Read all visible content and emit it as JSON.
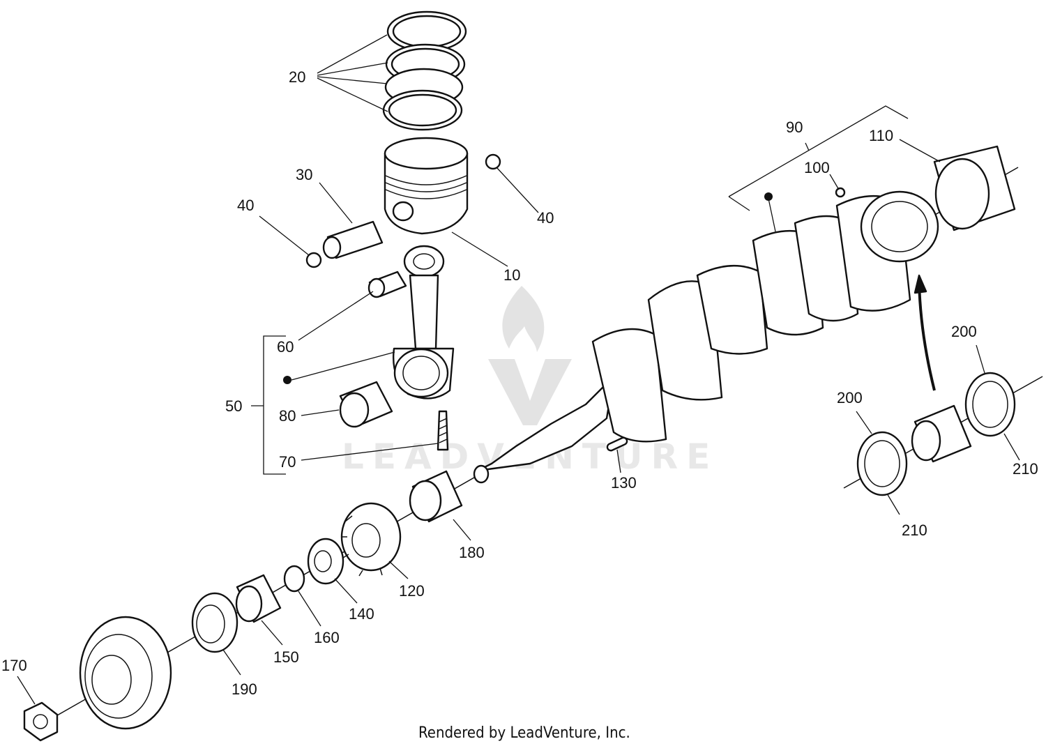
{
  "callouts": {
    "c10": "10",
    "c20": "20",
    "c30": "30",
    "c40a": "40",
    "c40b": "40",
    "c50": "50",
    "c60": "60",
    "c70": "70",
    "c80": "80",
    "c90": "90",
    "c100": "100",
    "c110": "110",
    "c120": "120",
    "c130": "130",
    "c140": "140",
    "c150": "150",
    "c160": "160",
    "c170": "170",
    "c180": "180",
    "c190": "190",
    "c200a": "200",
    "c200b": "200",
    "c210a": "210",
    "c210b": "210"
  },
  "watermark": {
    "text": "LEADVENTURE"
  },
  "footer": {
    "text": "Rendered by LeadVenture, Inc."
  }
}
